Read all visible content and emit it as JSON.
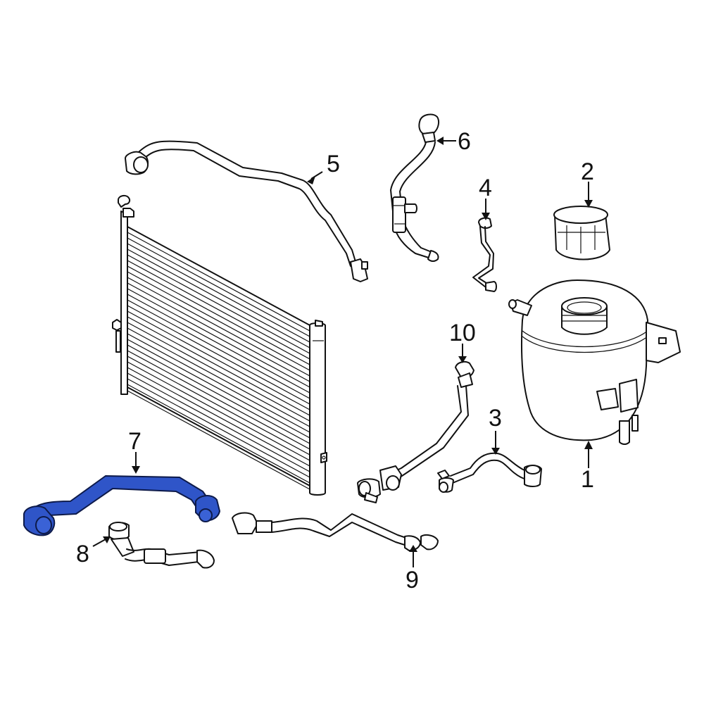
{
  "diagram": {
    "type": "exploded parts diagram",
    "subject": "Engine cooling system - radiator, expansion tank and coolant hoses",
    "highlight_color": "#2f55c8",
    "highlight_outline": "#0d1a4a",
    "line_color": "#111111",
    "background": "#ffffff",
    "highlighted_part": "7"
  },
  "callouts": [
    {
      "id": "1",
      "label": "1",
      "part": "coolant expansion tank"
    },
    {
      "id": "2",
      "label": "2",
      "part": "expansion tank cap"
    },
    {
      "id": "3",
      "label": "3",
      "part": "coolant hose"
    },
    {
      "id": "4",
      "label": "4",
      "part": "vent hose"
    },
    {
      "id": "5",
      "label": "5",
      "part": "upper coolant pipe"
    },
    {
      "id": "6",
      "label": "6",
      "part": "coolant hose with T-connector"
    },
    {
      "id": "7",
      "label": "7",
      "part": "lower radiator hose (highlighted)"
    },
    {
      "id": "8",
      "label": "8",
      "part": "coolant hose"
    },
    {
      "id": "9",
      "label": "9",
      "part": "coolant pipe"
    },
    {
      "id": "10",
      "label": "10",
      "part": "coolant line"
    }
  ]
}
